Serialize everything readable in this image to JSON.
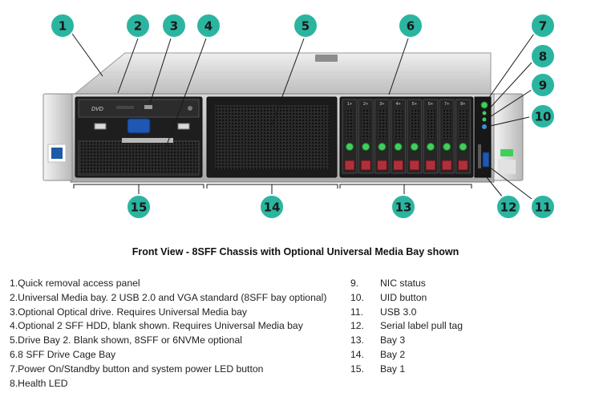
{
  "callouts": [
    "1",
    "2",
    "3",
    "4",
    "5",
    "6",
    "7",
    "8",
    "9",
    "10",
    "11",
    "12",
    "13",
    "14",
    "15"
  ],
  "device_text": {
    "dvd": "DVD",
    "bay_numbers": [
      "1+",
      "2+",
      "3+",
      "4+",
      "5+",
      "6+",
      "7+",
      "8+"
    ]
  },
  "caption": "Front View - 8SFF Chassis with Optional Universal Media Bay shown",
  "legend_left": [
    {
      "num": "1.",
      "text": "Quick removal access panel"
    },
    {
      "num": "2.",
      "text": "Universal Media bay. 2 USB 2.0 and VGA standard (8SFF bay optional)"
    },
    {
      "num": "3.",
      "text": "Optional Optical drive. Requires Universal Media bay"
    },
    {
      "num": "4.",
      "text": "Optional 2 SFF HDD, blank shown. Requires Universal Media bay"
    },
    {
      "num": "5.",
      "text": "Drive Bay 2. Blank shown, 8SFF or 6NVMe optional"
    },
    {
      "num": "6.",
      "text": "8 SFF Drive Cage Bay"
    },
    {
      "num": "7.",
      "text": "Power On/Standby button and system power LED button"
    },
    {
      "num": "8.",
      "text": "Health LED"
    }
  ],
  "legend_right": [
    {
      "num": "9.",
      "text": "NIC status"
    },
    {
      "num": "10.",
      "text": "UID button"
    },
    {
      "num": "11.",
      "text": "USB 3.0"
    },
    {
      "num": "12.",
      "text": "Serial label pull tag"
    },
    {
      "num": "13.",
      "text": "Bay 3"
    },
    {
      "num": "14.",
      "text": "Bay 2"
    },
    {
      "num": "15.",
      "text": "Bay 1"
    }
  ],
  "colors": {
    "callout_fill": "#2bb5a0",
    "callout_stroke": "#1f8c7c",
    "led_green": "#3fcf5a",
    "drive_release_red": "#b0303a"
  }
}
